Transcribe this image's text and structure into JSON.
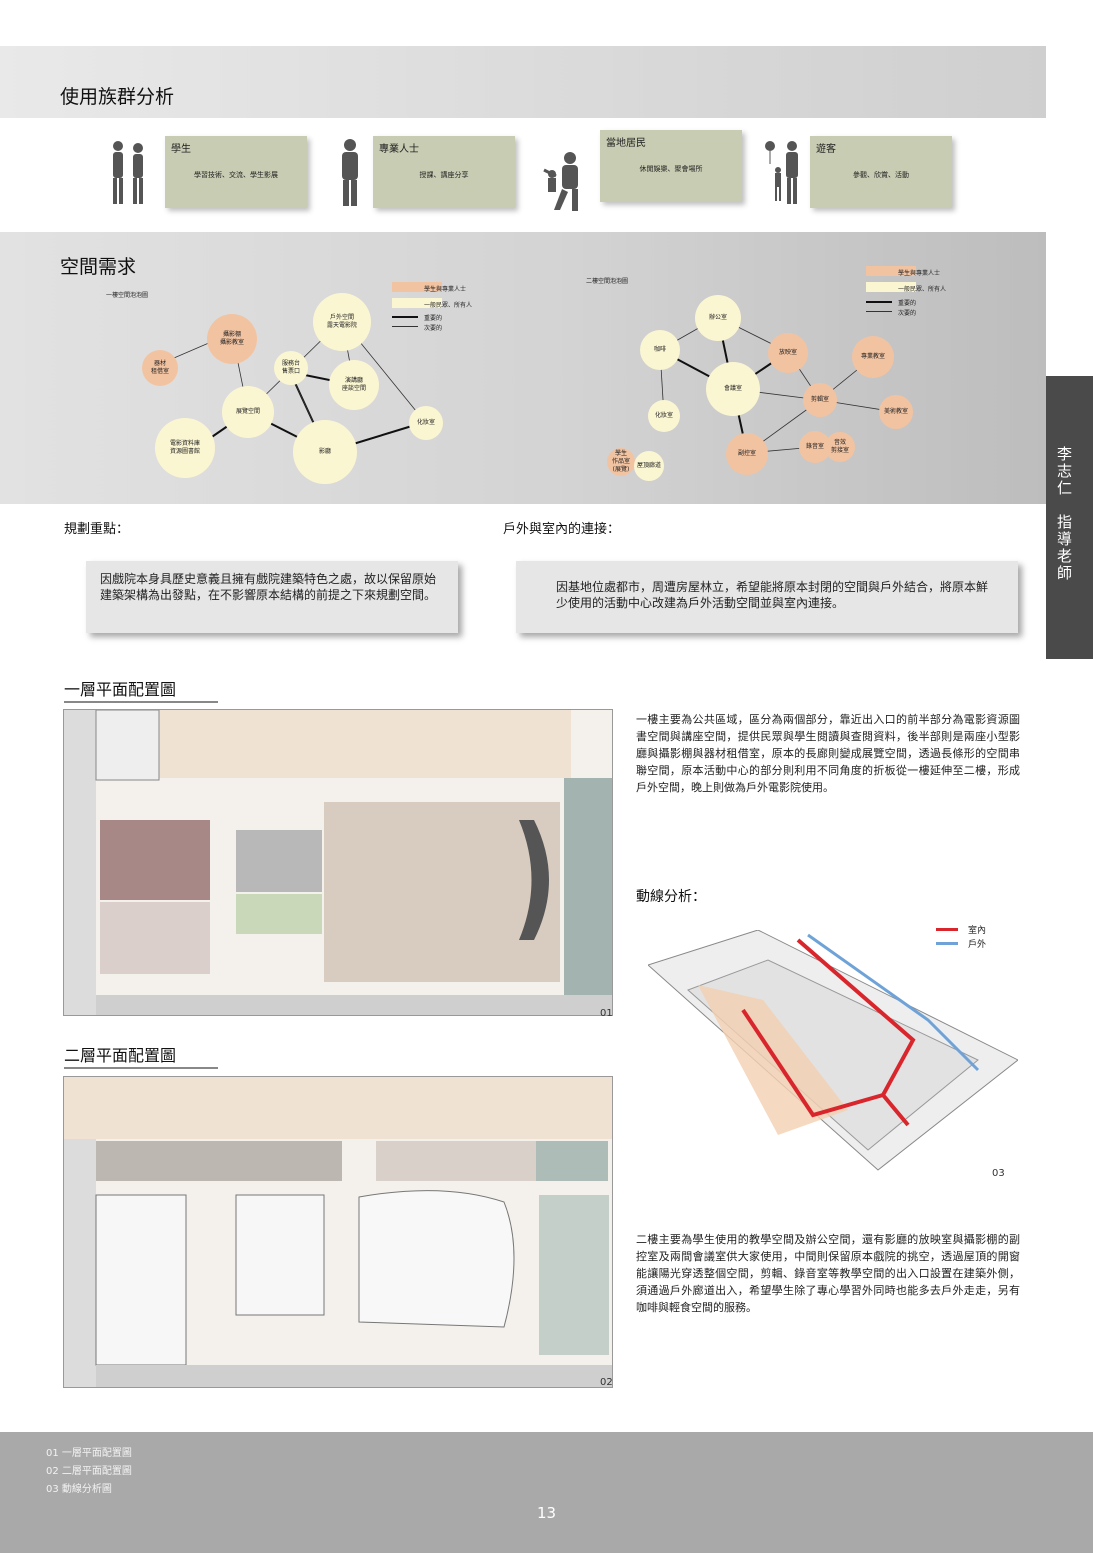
{
  "section1": {
    "title": "使用族群分析"
  },
  "groups": [
    {
      "title": "學生",
      "desc": "學習技術、交流、學生影展"
    },
    {
      "title": "專業人士",
      "desc": "授課、講座分享"
    },
    {
      "title": "當地居民",
      "desc": "休閒娛樂、聚會場所"
    },
    {
      "title": "遊客",
      "desc": "參觀、欣賞、活動"
    }
  ],
  "section2": {
    "title": "空間需求"
  },
  "bubble_left": {
    "title": "一樓空間泡泡圖",
    "nodes": [
      "攝影棚\n攝影教室",
      "器材\n租借室",
      "戶外空間\n露天電影院",
      "服務台\n售票口",
      "演講廳\n座談空間",
      "展覽空間",
      "化妝室",
      "電影資料庫\n資源圖書館",
      "影廳"
    ]
  },
  "bubble_right": {
    "title": "二樓空間泡泡圖",
    "nodes": [
      "辦公室",
      "咖啡",
      "放映室",
      "專業教室",
      "會議室",
      "剪輯室",
      "美術教室",
      "化妝室",
      "錄音室",
      "音效\n剪接室",
      "副控室",
      "學生\n作品室\n(展覽)",
      "屋頂廊道"
    ]
  },
  "legend": {
    "pro": "學生與專業人士",
    "public": "一般民眾、所有人",
    "strong": "重要的",
    "weak": "次要的"
  },
  "notes": {
    "planning_title": "規劃重點：",
    "planning_text": "因戲院本身具歷史意義且擁有戲院建築特色之處，故以保留原始建築架構為出發點，在不影響原本結構的前提之下來規劃空間。",
    "link_title": "戶外與室內的連接：",
    "link_text": "因基地位處都市，周遭房屋林立，希望能將原本封閉的空間與戶外結合，將原本鮮少使用的活動中心改建為戶外活動空間並與室內連接。"
  },
  "plan1": {
    "title": "一層平面配置圖",
    "num": "01"
  },
  "plan2": {
    "title": "二層平面配置圖",
    "num": "02"
  },
  "text_floor1": "一樓主要為公共區域，區分為兩個部分，靠近出入口的前半部分為電影資源圖書空間與講座空間，提供民眾與學生閱讀與查閱資料，後半部則是兩座小型影廳與攝影棚與器材租借室，原本的長廊則變成展覽空間，透過長條形的空間串聯空間，原本活動中心的部分則利用不同角度的折板從一樓延伸至二樓，形成戶外空間，晚上則做為戶外電影院使用。",
  "flow": {
    "title": "動線分析：",
    "indoor": "室內",
    "outdoor": "戶外",
    "num": "03",
    "indoor_color": "#d8262c",
    "outdoor_color": "#6fa3d8"
  },
  "text_floor2": "二樓主要為學生使用的教學空間及辦公空間，還有影廳的放映室與攝影棚的副控室及兩間會議室供大家使用，中間則保留原本戲院的挑空，透過屋頂的開窗能讓陽光穿透整個空間，剪輯、錄音室等教學空間的出入口設置在建築外側，須通過戶外廊道出入，希望學生除了專心學習外同時也能多去戶外走走，另有咖啡與輕食空間的服務。",
  "tab": {
    "text": "李志仁　指導老師"
  },
  "footer": {
    "caption1": "01  一層平面配置圖",
    "caption2": "02  二層平面配置圖",
    "caption3": "03  動線分析圖",
    "page": "13"
  }
}
